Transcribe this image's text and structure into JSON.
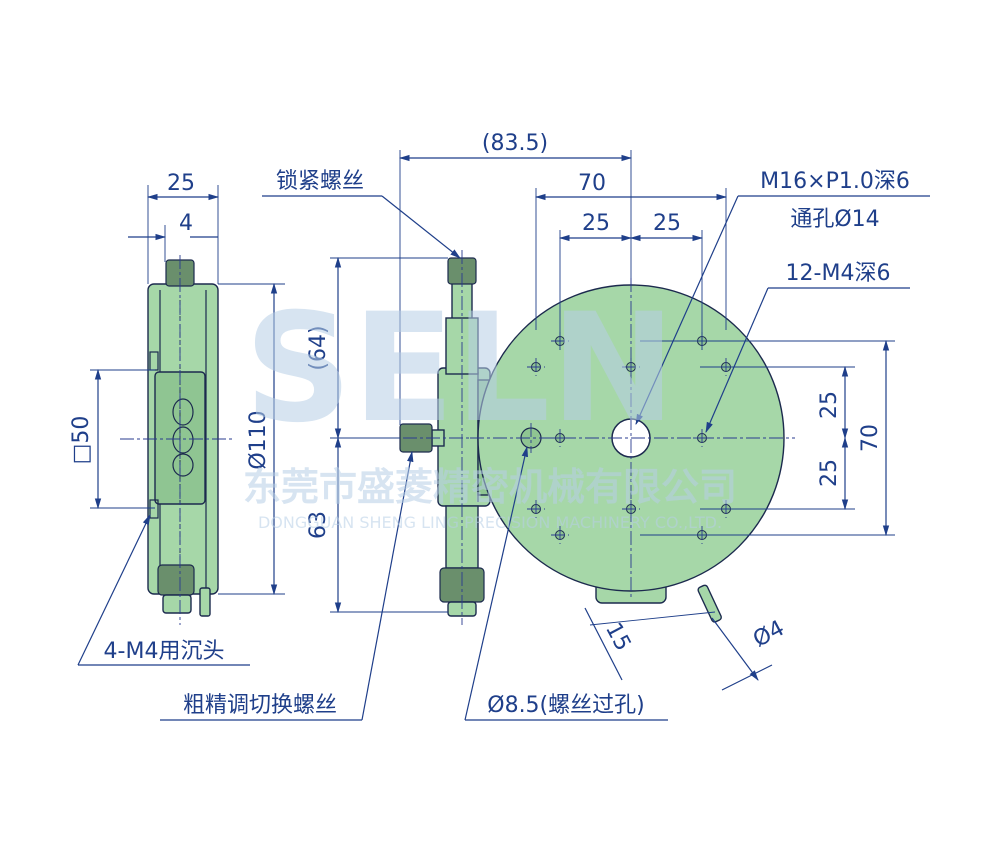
{
  "colors": {
    "part_fill": "#a6d7a8",
    "outline": "#1c2a4e",
    "dimension_text": "#1f3f8a",
    "watermark": "#b7cfe6",
    "background": "#ffffff"
  },
  "watermark": {
    "brand": "SELN",
    "company_cn": "东莞市盛菱精密机械有限公司",
    "company_en": "DONGGUAN SHENG LING PRECISION MACHINERY CO.,LTD."
  },
  "side_view": {
    "dim_width_total": "25",
    "dim_offset": "4",
    "dim_square": "□50",
    "dim_diameter": "Ø110"
  },
  "front_view": {
    "dim_height_total": "(64)",
    "dim_height_lower": "63",
    "dim_overall_width": "(83.5)"
  },
  "top_view": {
    "dim_pitch_outer": "70",
    "dim_pitch_left": "25",
    "dim_pitch_right": "25",
    "dim_vertical_upper": "25",
    "dim_vertical_lower": "25",
    "dim_vertical_outer": "70",
    "dim_pin_offset": "15",
    "dim_pin_diameter": "Ø4"
  },
  "callouts": {
    "lock_screw": "锁紧螺丝",
    "center_thread": "M16×P1.0深6",
    "center_through": "通孔Ø14",
    "tapped_holes": "12-M4深6",
    "counterbore": "4-M4用沉头",
    "coarse_fine_screw": "粗精调切换螺丝",
    "through_hole": "Ø8.5(螺丝过孔)"
  }
}
